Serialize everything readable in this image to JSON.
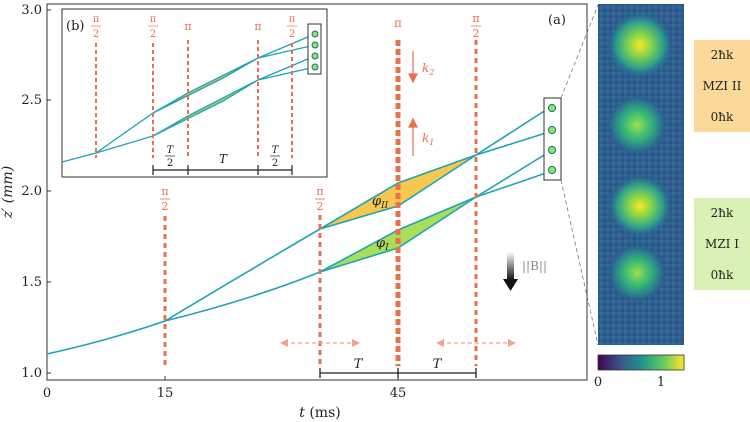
{
  "panel_a_label": "(a)",
  "panel_b_label": "(b)",
  "axes": {
    "xlabel_var": "t",
    "xlabel_unit": " (ms)",
    "ylabel": "z′ (mm)",
    "xticks": [
      "0",
      "15",
      "45"
    ],
    "yticks": [
      "1.0",
      "1.5",
      "2.0",
      "2.5",
      "3.0"
    ]
  },
  "pulses_main": [
    "π/2",
    "π/2",
    "π",
    "π/2"
  ],
  "pulse_pi": "π",
  "pulse_half_num": "π",
  "pulse_half_den": "2",
  "phase_labels": {
    "upper": "φII",
    "upper_base": "φ",
    "upper_sub": "II",
    "lower_base": "φ",
    "lower_sub": "I"
  },
  "interval_T": "T",
  "magnetic_label": "||B||",
  "k_labels": {
    "k2": "k",
    "k2_sub": "2",
    "k1": "k",
    "k1_sub": "1"
  },
  "inset_T": "T",
  "inset_half_T_num": "T",
  "inset_half_T_den": "2",
  "right_boxes": {
    "top": {
      "upper": "2ħk",
      "middle": "MZI II",
      "lower": "0ħk",
      "color": "#fbd99b"
    },
    "bottom": {
      "upper": "2ħk",
      "middle": "MZI I",
      "lower": "0ħk",
      "color": "#d9f0b6"
    }
  },
  "colorbar": {
    "min": "0",
    "max": "1"
  },
  "colors": {
    "trajectory": "#1fa3b5",
    "pulse": "#e8704f",
    "mzi2_fill": "#f7c850",
    "mzi1_fill": "#a9dd5a",
    "port_fill": "#8ee26a"
  }
}
